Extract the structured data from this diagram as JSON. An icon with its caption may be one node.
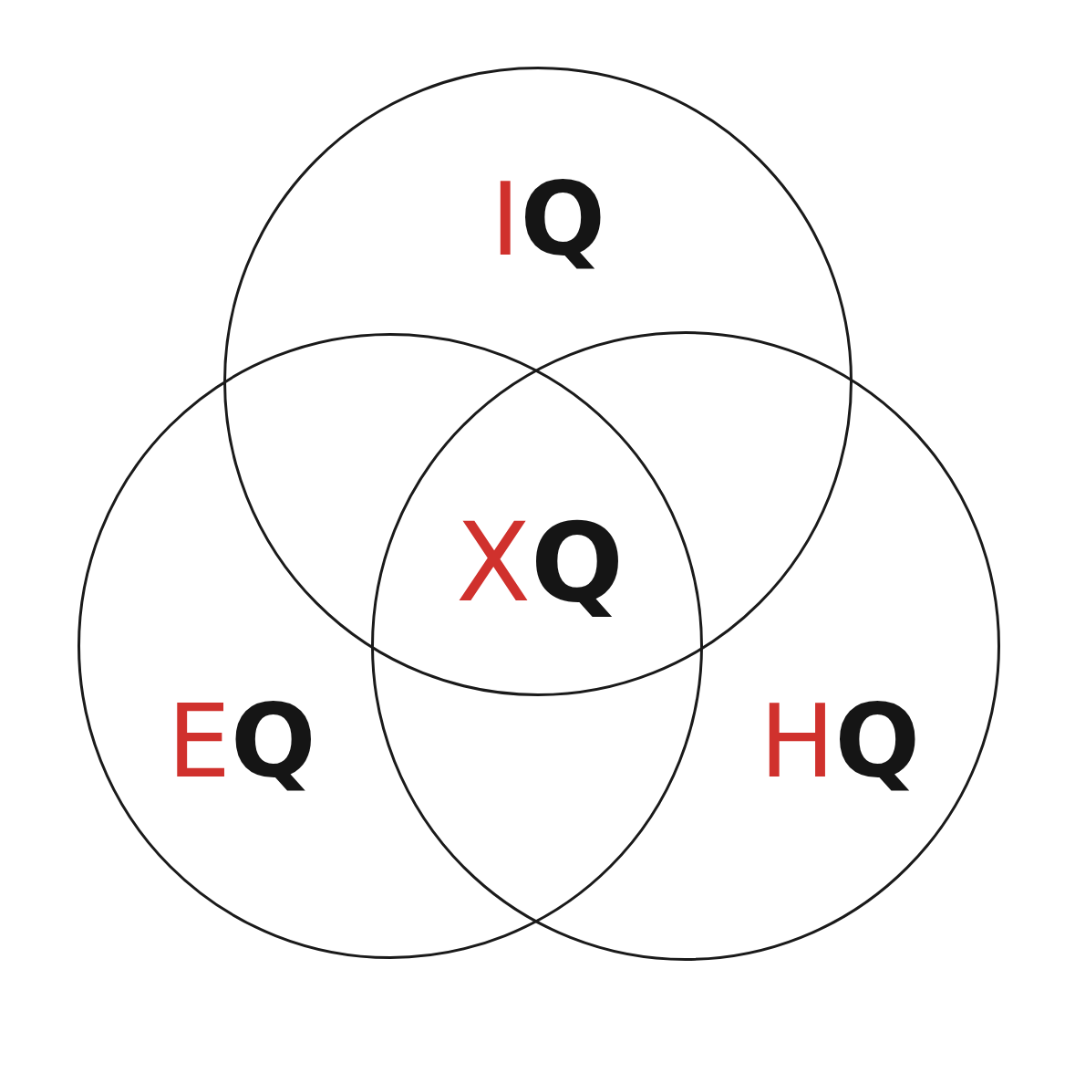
{
  "diagram": {
    "nodes": [
      {
        "text": [
          "IQ"
        ]
      },
      {
        "text": [
          "EQ"
        ]
      },
      {
        "text": [
          "HQ"
        ]
      }
    ],
    "labels": [
      "XQ"
    ]
  }
}
